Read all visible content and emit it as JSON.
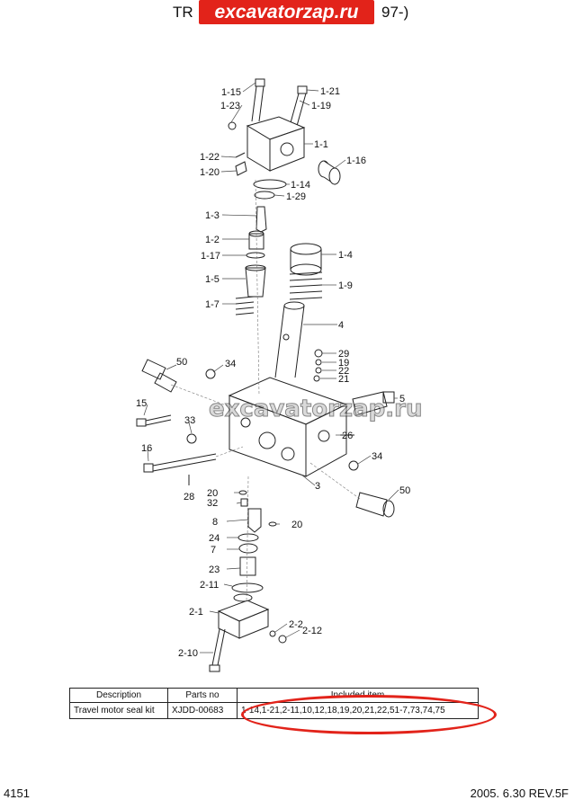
{
  "header": {
    "title_left": "TR",
    "title_right": "97-)",
    "watermark": "excavatorzap.ru"
  },
  "diagram": {
    "watermark": "excavatorzap.ru",
    "callouts": [
      "1-15",
      "1-21",
      "1-23",
      "1-19",
      "1-1",
      "1-22",
      "1-16",
      "1-20",
      "1-14",
      "1-29",
      "1-3",
      "1-2",
      "1-4",
      "1-17",
      "1-5",
      "1-9",
      "1-7",
      "4",
      "29",
      "19",
      "50",
      "34",
      "22",
      "21",
      "15",
      "5",
      "33",
      "26",
      "16",
      "34",
      "20",
      "3",
      "28",
      "50",
      "32",
      "8",
      "20",
      "24",
      "7",
      "23",
      "2-11",
      "2-1",
      "2-2",
      "2-12",
      "2-10"
    ]
  },
  "table": {
    "headers": [
      "Description",
      "Parts no",
      "Included item"
    ],
    "rows": [
      [
        "Travel motor seal kit",
        "XJDD-00683",
        "1-14,1-21,2-11,10,12,18,19,20,21,22,51-7,73,74,75"
      ]
    ]
  },
  "footer": {
    "page_no": "4151",
    "revision": "2005. 6.30  REV.5F"
  },
  "colors": {
    "highlight": "#e2231a"
  }
}
